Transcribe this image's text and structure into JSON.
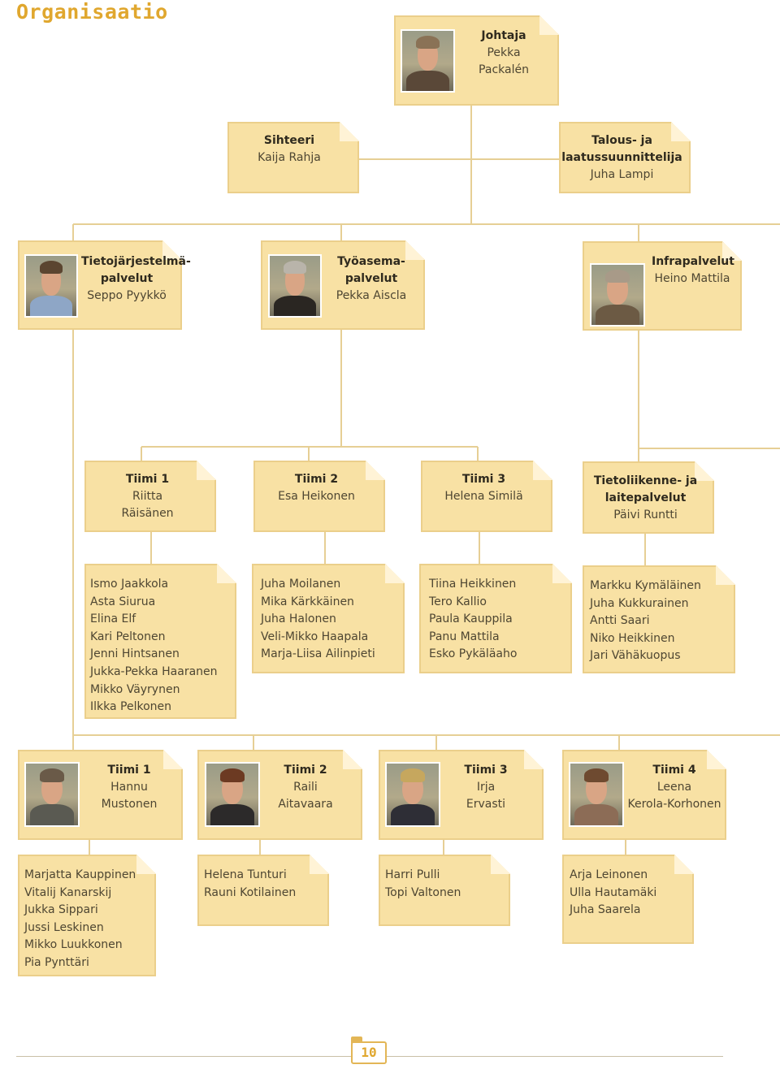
{
  "page_title": "Organisaatio",
  "page_number": "10",
  "colors": {
    "accent": "#e0a72e",
    "box_fill": "#f8e1a4",
    "box_border": "#ebcf8b",
    "connector": "#e6cf95"
  },
  "director": {
    "role": "Johtaja",
    "name_lines": [
      "Pekka",
      "Packalén"
    ]
  },
  "secretary": {
    "role": "Sihteeri",
    "name": "Kaija Rahja"
  },
  "planner": {
    "role_lines": [
      "Talous- ja",
      "laatussuunnittelija"
    ],
    "name": "Juha Lampi"
  },
  "units": [
    {
      "role_lines": [
        "Tietojärjestelmä-",
        "palvelut"
      ],
      "name": "Seppo Pyykkö"
    },
    {
      "role_lines": [
        "Työasema-",
        "palvelut"
      ],
      "name": "Pekka Aiscla"
    },
    {
      "role_lines": [
        "Infrapalvelut"
      ],
      "name": "Heino Mattila"
    }
  ],
  "mid_teams": [
    {
      "role": "Tiimi 1",
      "name_lines": [
        "Riitta",
        "Räisänen"
      ]
    },
    {
      "role": "Tiimi 2",
      "name_lines": [
        "Esa Heikonen"
      ]
    },
    {
      "role": "Tiimi 3",
      "name_lines": [
        "Helena Similä"
      ]
    },
    {
      "role_lines": [
        "Tietoliikenne- ja",
        "laitepalvelut"
      ],
      "name_lines": [
        "Päivi Runtti"
      ]
    }
  ],
  "mid_members": [
    [
      "Ismo Jaakkola",
      "Asta Siurua",
      "Elina Elf",
      "Kari Peltonen",
      "Jenni Hintsanen",
      "Jukka-Pekka Haaranen",
      "Mikko Väyrynen",
      "Ilkka Pelkonen"
    ],
    [
      "Juha Moilanen",
      "Mika Kärkkäinen",
      "Juha Halonen",
      "Veli-Mikko Haapala",
      "Marja-Liisa Ailinpieti"
    ],
    [
      "Tiina Heikkinen",
      "Tero Kallio",
      "Paula Kauppila",
      "Panu Mattila",
      "Esko Pykäläaho"
    ],
    [
      "Markku Kymäläinen",
      "Juha Kukkurainen",
      "Antti Saari",
      "Niko Heikkinen",
      "Jari Vähäkuopus"
    ]
  ],
  "bottom_teams": [
    {
      "role": "Tiimi 1",
      "name_lines": [
        "Hannu",
        "Mustonen"
      ]
    },
    {
      "role": "Tiimi 2",
      "name_lines": [
        "Raili",
        "Aitavaara"
      ]
    },
    {
      "role": "Tiimi 3",
      "name_lines": [
        "Irja",
        "Ervasti"
      ]
    },
    {
      "role": "Tiimi 4",
      "name_lines": [
        "Leena",
        "Kerola-Korhonen"
      ]
    }
  ],
  "bottom_members": [
    [
      "Marjatta Kauppinen",
      "Vitalij Kanarskij",
      "Jukka Sippari",
      "Jussi Leskinen",
      "Mikko Luukkonen",
      "Pia Pynttäri"
    ],
    [
      "Helena Tunturi",
      "Rauni Kotilainen"
    ],
    [
      "Harri Pulli",
      "Topi Valtonen"
    ],
    [
      "Arja Leinonen",
      "Ulla Hautamäki",
      "Juha Saarela"
    ]
  ]
}
